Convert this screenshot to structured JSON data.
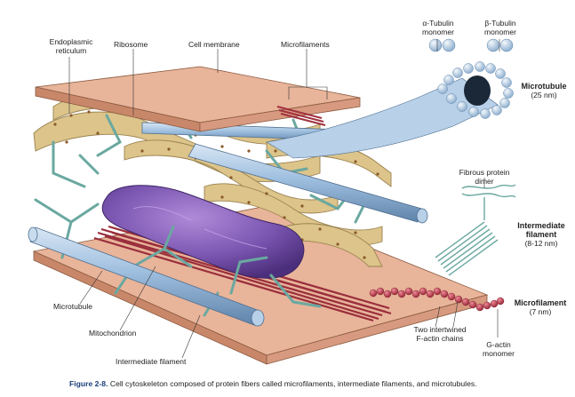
{
  "labels": {
    "endoplasmic_reticulum": [
      "Endoplasmic",
      "reticulum"
    ],
    "ribosome": "Ribosome",
    "cell_membrane": "Cell membrane",
    "microfilaments": "Microfilaments",
    "alpha_tubulin": [
      "α-Tubulin",
      "monomer"
    ],
    "beta_tubulin": [
      "β-Tubulin",
      "monomer"
    ],
    "microtubule_title": "Microtubule",
    "microtubule_size": "(25 nm)",
    "fibrous_protein_dimer": [
      "Fibrous protein",
      "dimer"
    ],
    "intermediate_filament_title": [
      "Intermediate",
      "filament"
    ],
    "intermediate_filament_size": "(8-12 nm)",
    "microfilament_title": "Microfilament",
    "microfilament_size": "(7 nm)",
    "two_chains": [
      "Two intertwined",
      "F-actin chains"
    ],
    "g_actin": [
      "G-actin",
      "monomer"
    ],
    "microtubule_left": "Microtubule",
    "mitochondrion": "Mitochondrion",
    "intermediate_filament_bottom": "Intermediate filament"
  },
  "caption": {
    "figure_number": "Figure 2-8.",
    "text": "Cell cytoskeleton composed of protein fibers called microfilaments, intermediate filaments, and microtubules."
  },
  "colors": {
    "membrane": "#e8b49a",
    "er": "#dcc48a",
    "microtubule": "#9fbfdf",
    "intermediate_filament": "#7fb7b0",
    "microfilament": "#b03848",
    "mitochondrion": "#7a55b0",
    "caption_accent": "#1b3f7a"
  }
}
